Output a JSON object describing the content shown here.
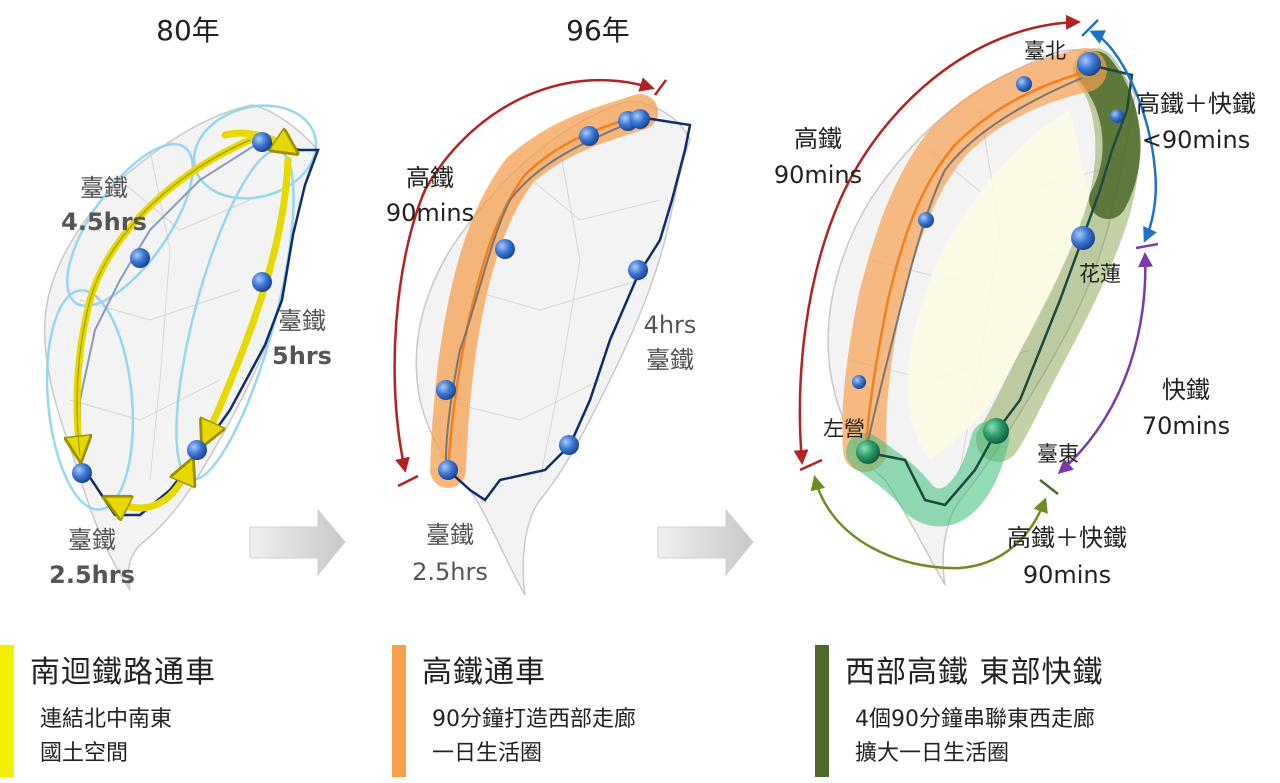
{
  "panels": [
    {
      "year": "80年",
      "labels": [
        {
          "line1": "臺鐵",
          "line2": "4.5hrs"
        },
        {
          "line1": "臺鐵",
          "line2": "5hrs"
        },
        {
          "line1": "臺鐵",
          "line2": "2.5hrs"
        }
      ]
    },
    {
      "year": "96年",
      "labels": [
        {
          "line1": "高鐵",
          "line2": "90mins"
        },
        {
          "line1": "4hrs",
          "line2": "臺鐵"
        },
        {
          "line1": "臺鐵",
          "line2": "2.5hrs"
        }
      ]
    },
    {
      "cities": [
        "臺北",
        "花蓮",
        "左營",
        "臺東"
      ],
      "labels": [
        {
          "line1": "高鐵",
          "line2": "90mins"
        },
        {
          "line1": "高鐵＋快鐵",
          "line2": "<90mins"
        },
        {
          "line1": "快鐵",
          "line2": "70mins"
        },
        {
          "line1": "高鐵＋快鐵",
          "line2": "90mins"
        }
      ]
    }
  ],
  "bottom": [
    {
      "heading": "南迴鐵路通車",
      "lines": [
        "連結北中南東",
        "國土空間"
      ],
      "color": "#f2f200"
    },
    {
      "heading": "高鐵通車",
      "lines": [
        "90分鐘打造西部走廊",
        "一日生活圈"
      ],
      "color": "#f7a04a"
    },
    {
      "heading": "西部高鐵 東部快鐵",
      "lines": [
        "4個90分鐘串聯東西走廊",
        "擴大一日生活圈"
      ],
      "color": "#4e6a2a"
    }
  ],
  "colors": {
    "yellow_route": "#f0f020",
    "hsr_corridor": "#f5a050",
    "east_corridor": "#5b7a2f",
    "south_corridor": "#3cc07a",
    "rail_line": "#0f2c6e",
    "red_arrow": "#b22222",
    "blue_arrow": "#1e73c8",
    "purple_arrow": "#7a3aa8",
    "green_arrow": "#6b8e23"
  }
}
